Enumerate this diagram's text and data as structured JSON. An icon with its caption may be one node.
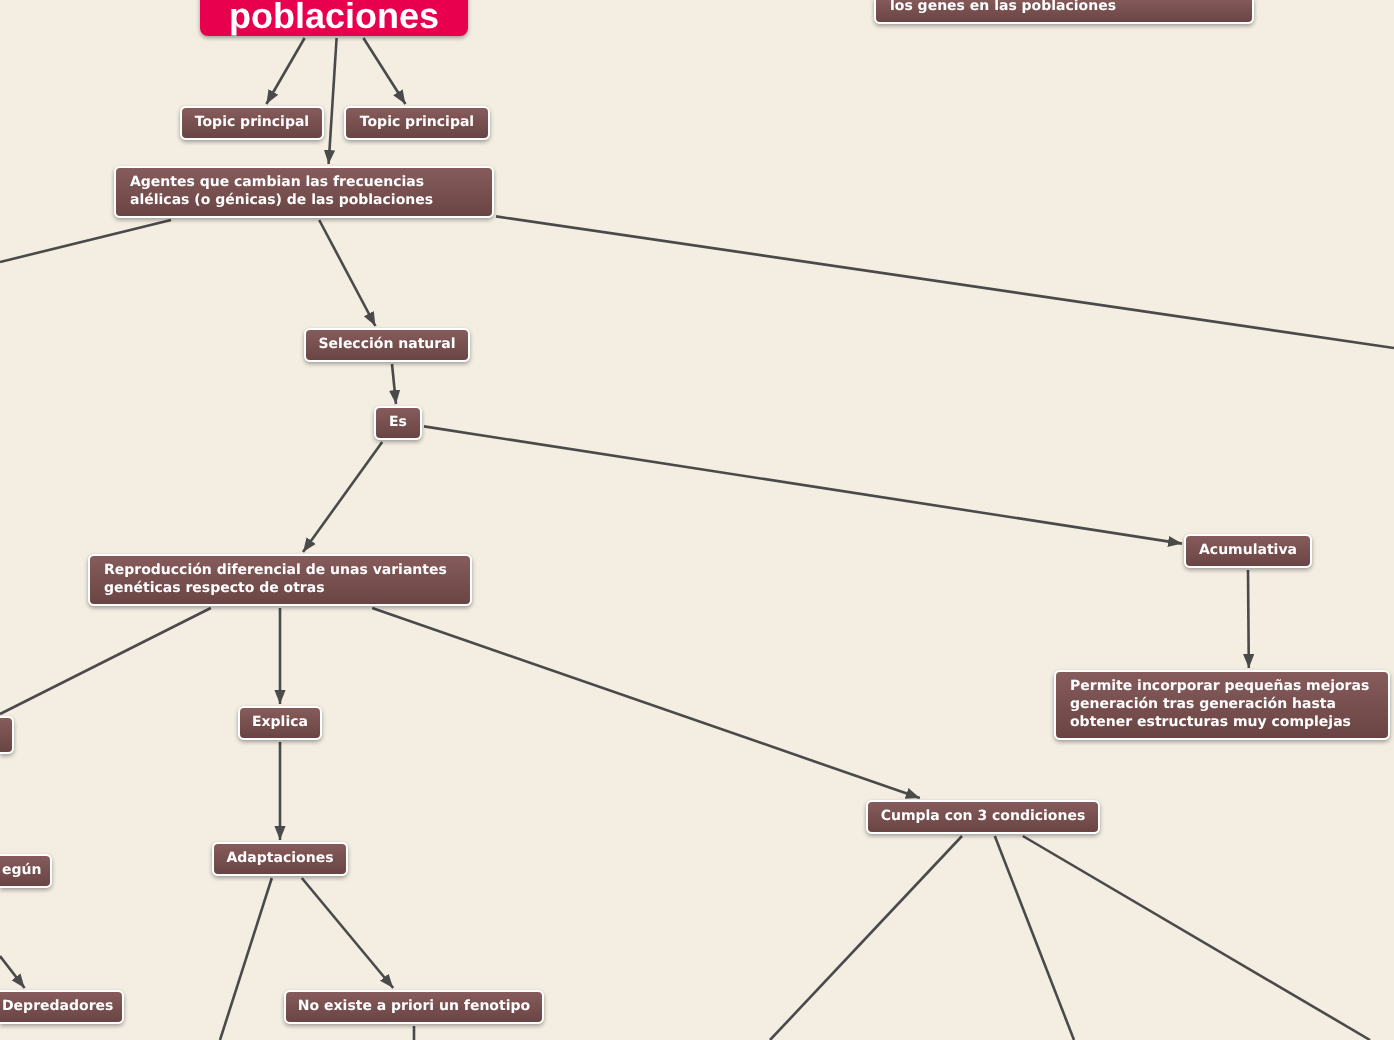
{
  "diagram": {
    "nodes": [
      {
        "text": [
          "poblaciones"
        ]
      },
      {
        "text": [
          "los genes en las poblaciones"
        ]
      },
      {
        "text": [
          "Topic principal"
        ]
      },
      {
        "text": [
          "Topic principal"
        ]
      },
      {
        "text": [
          "Agentes que cambian las frecuencias alélicas (o génicas) de las poblaciones"
        ]
      },
      {
        "text": [
          "Selección natural"
        ]
      },
      {
        "text": [
          "Es"
        ]
      },
      {
        "text": [
          "Reproducción diferencial de unas variantes genéticas respecto de otras"
        ]
      },
      {
        "text": [
          "Acumulativa"
        ]
      },
      {
        "text": [
          "Permite incorporar pequeñas mejoras generación tras generación hasta obtener estructuras muy complejas"
        ]
      },
      {
        "text": [],
        "shape": "box"
      },
      {
        "text": [
          "Explica"
        ]
      },
      {
        "text": [
          "egún"
        ]
      },
      {
        "text": [
          "Adaptaciones"
        ]
      },
      {
        "text": [
          "Depredadores"
        ]
      },
      {
        "text": [
          "No existe a priori un fenotipo"
        ]
      },
      {
        "text": [
          "Cumpla con 3 condiciones"
        ]
      }
    ],
    "edges": [
      {
        "from": 0,
        "to": 2,
        "arrow": "to"
      },
      {
        "from": 0,
        "to": 4,
        "arrow": "to"
      },
      {
        "from": 0,
        "to": 3,
        "arrow": "to"
      },
      {
        "from": 4,
        "to": null,
        "arrow": "none"
      },
      {
        "from": 4,
        "to": 5,
        "arrow": "to"
      },
      {
        "from": 4,
        "to": null,
        "arrow": "none"
      },
      {
        "from": 5,
        "to": 6,
        "arrow": "to"
      },
      {
        "from": 6,
        "to": 7,
        "arrow": "to"
      },
      {
        "from": 6,
        "to": 8,
        "arrow": "to"
      },
      {
        "from": 8,
        "to": 9,
        "arrow": "to"
      },
      {
        "from": 7,
        "to": 10,
        "arrow": "none"
      },
      {
        "from": 7,
        "to": 11,
        "arrow": "to"
      },
      {
        "from": 7,
        "to": 16,
        "arrow": "to"
      },
      {
        "from": 11,
        "to": 13,
        "arrow": "to"
      },
      {
        "from": 13,
        "to": 15,
        "arrow": "to"
      },
      {
        "from": 13,
        "to": null,
        "arrow": "none"
      },
      {
        "from": 15,
        "to": null,
        "arrow": "none"
      },
      {
        "from": null,
        "to": 14,
        "arrow": "to"
      },
      {
        "from": 16,
        "to": null,
        "arrow": "none"
      },
      {
        "from": 16,
        "to": null,
        "arrow": "none"
      },
      {
        "from": 16,
        "to": null,
        "arrow": "none"
      }
    ]
  }
}
